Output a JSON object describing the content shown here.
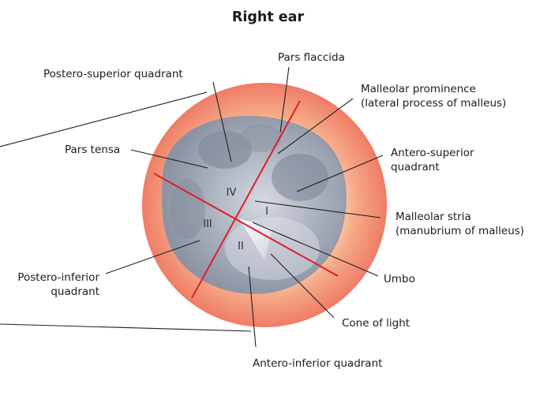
{
  "title": "Right ear",
  "labels": {
    "pars_flaccida": "Pars flaccida",
    "postero_superior": "Postero-superior quadrant",
    "malleolar_prominence_1": "Malleolar prominence",
    "malleolar_prominence_2": "(lateral process of malleus)",
    "pars_tensa": "Pars tensa",
    "antero_superior_1": "Antero-superior",
    "antero_superior_2": "quadrant",
    "malleolar_stria_1": "Malleolar stria",
    "malleolar_stria_2": "(manubrium of malleus)",
    "postero_inferior_1": "Postero-inferior",
    "postero_inferior_2": "quadrant",
    "umbo": "Umbo",
    "cone_of_light": "Cone of light",
    "antero_inferior": "Antero-inferior quadrant"
  },
  "quadrants": {
    "q1": "I",
    "q2": "II",
    "q3": "III",
    "q4": "IV"
  },
  "colors": {
    "axis": "#e01d2a",
    "ring_outer": "#f0806b",
    "ring_inner": "#fbd2a8",
    "membrane": "#9ba3b1"
  }
}
